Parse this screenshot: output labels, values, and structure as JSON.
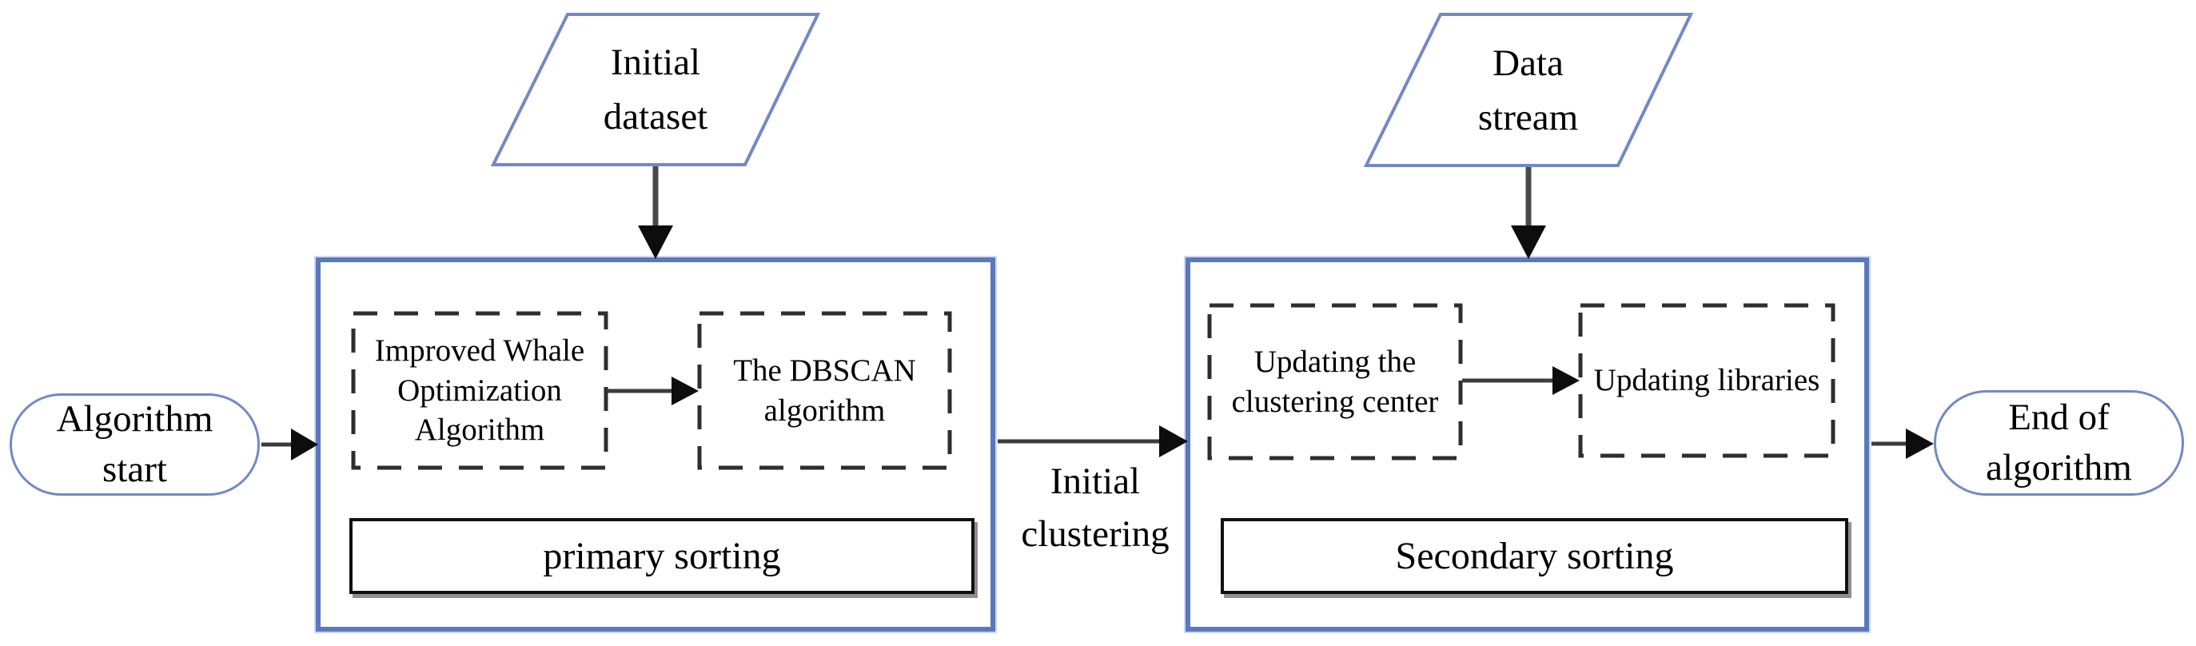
{
  "colors": {
    "container_border": "#5b78bd",
    "container_halo": "#cdd8ef",
    "terminal_border": "#7289c5",
    "io_border": "#7289c5",
    "dashed_border": "#2e2e2e",
    "sorting_border": "#101010",
    "sorting_shadow": "#8f8f8f",
    "arrow_line": "#3c3c3c",
    "arrow_head": "#0d0d0d",
    "text": "#000000",
    "background": "#ffffff"
  },
  "nodes": {
    "algorithm_start": {
      "lines": [
        "Algorithm",
        "start"
      ]
    },
    "initial_dataset": {
      "lines": [
        "Initial",
        "dataset"
      ]
    },
    "data_stream": {
      "lines": [
        "Data",
        "stream"
      ]
    },
    "improved_whale": {
      "lines": [
        "Improved Whale",
        "Optimization",
        "Algorithm"
      ]
    },
    "dbscan": {
      "lines": [
        "The DBSCAN",
        "algorithm"
      ]
    },
    "updating_center": {
      "lines": [
        "Updating the",
        "clustering center"
      ]
    },
    "updating_libraries": {
      "lines": [
        "Updating libraries"
      ]
    },
    "primary_sorting": {
      "label": "primary sorting"
    },
    "secondary_sorting": {
      "label": "Secondary sorting"
    },
    "end_of_algorithm": {
      "lines": [
        "End of",
        "algorithm"
      ]
    }
  },
  "edges": {
    "initial_clustering": {
      "lines": [
        "Initial",
        "clustering"
      ]
    }
  }
}
